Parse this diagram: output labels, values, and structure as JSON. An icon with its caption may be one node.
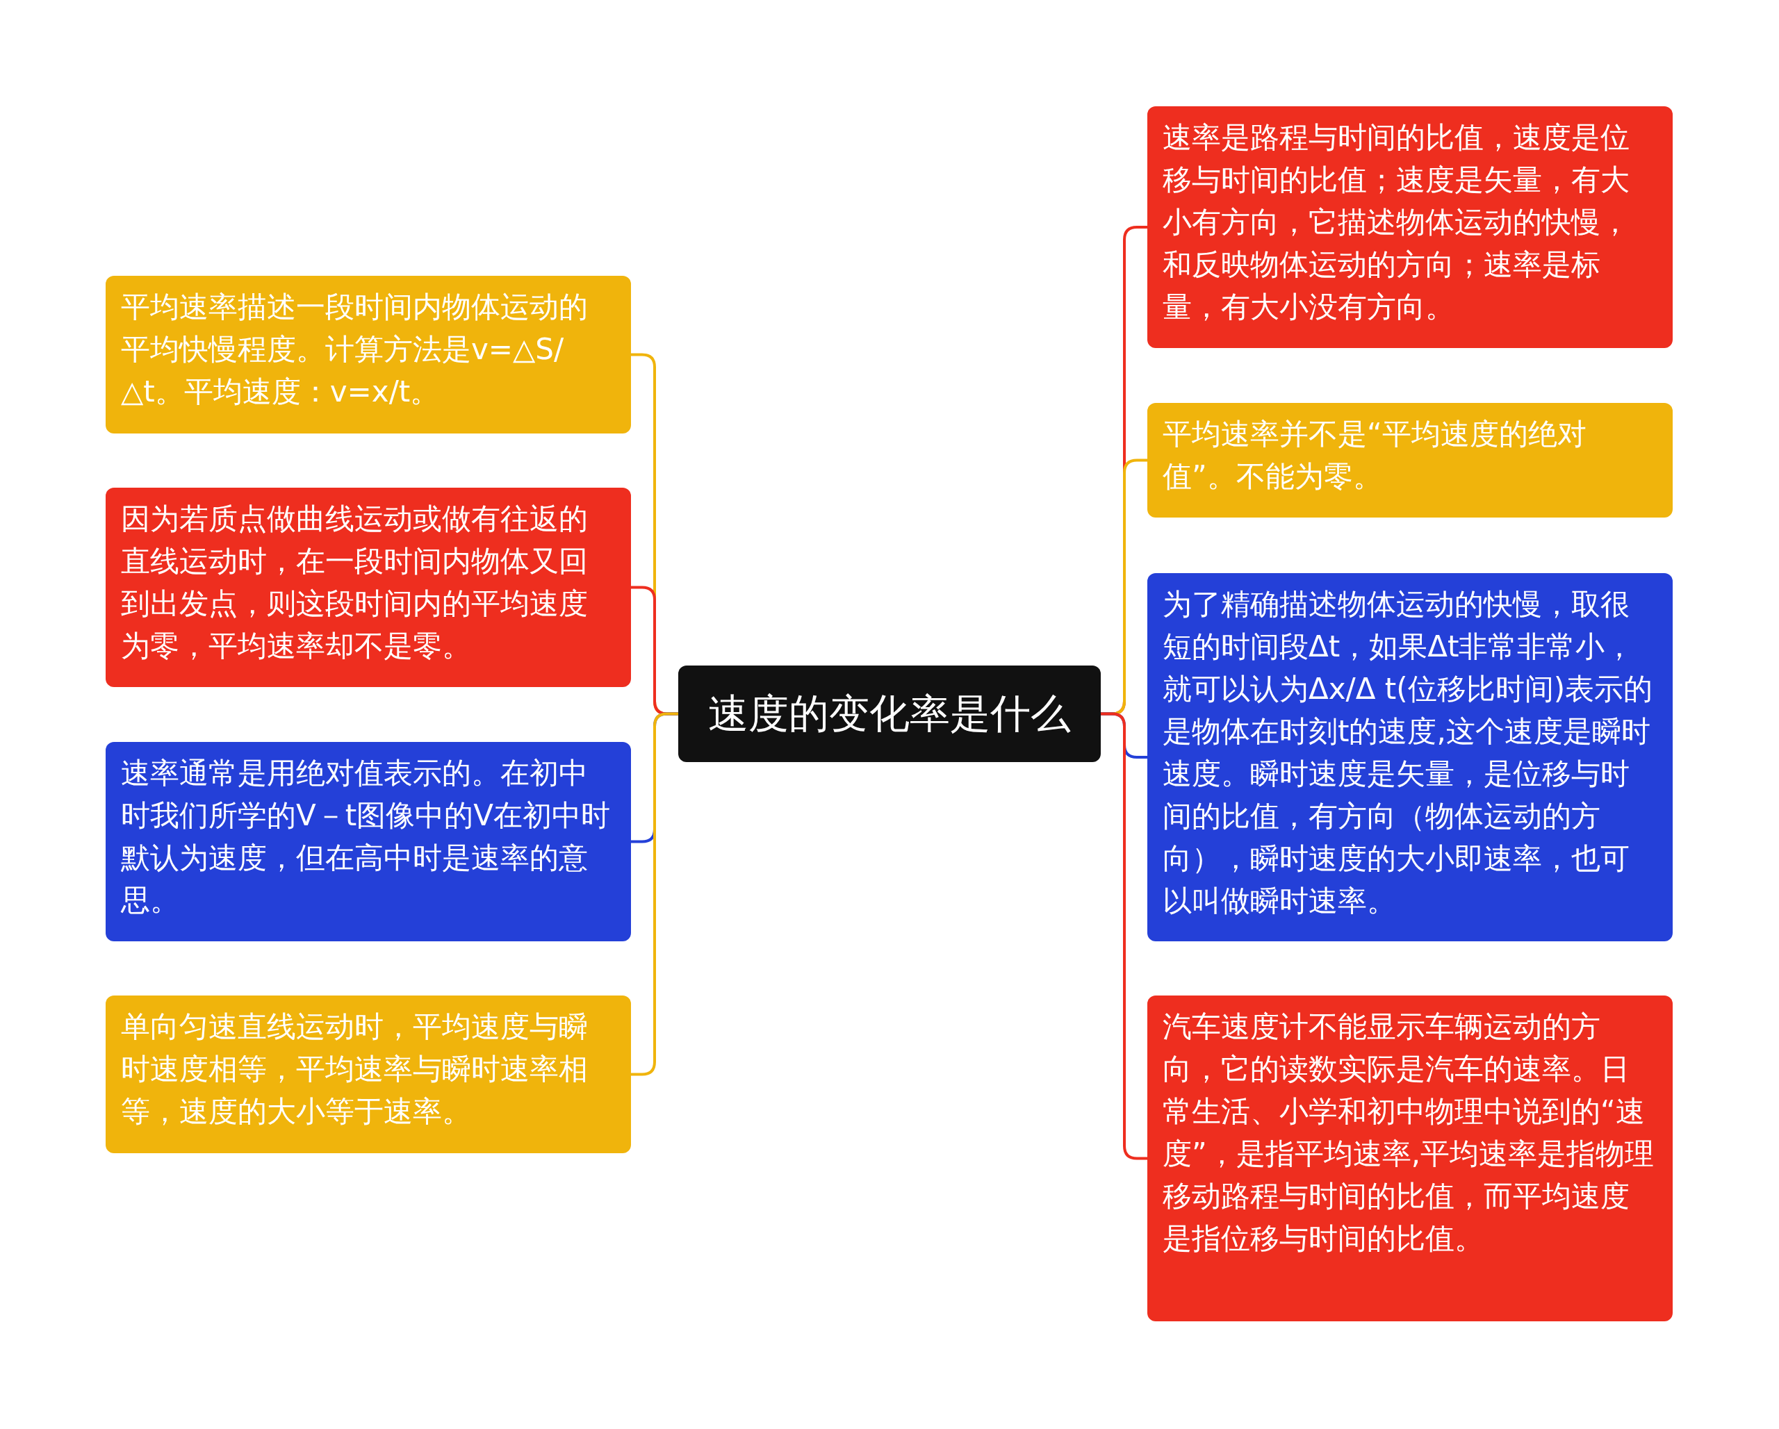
{
  "diagram": {
    "nodes": [
      {
        "text": [
          "速度的变化率是什么"
        ]
      },
      {
        "text": [
          "平均速率描述一段时间内物体运动的平均快慢程度。计算方法是v=△S/△t。平均速度：v=x/t。"
        ]
      },
      {
        "text": [
          "因为若质点做曲线运动或做有往返的直线运动时，在一段时间内物体又回到出发点，则这段时间内的平均速度为零，平均速率却不是零。"
        ]
      },
      {
        "text": [
          "速率通常是用绝对值表示的。在初中时我们所学的V－t图像中的V在初中时默认为速度，但在高中时是速率的意思。"
        ]
      },
      {
        "text": [
          "单向匀速直线运动时，平均速度与瞬时速度相等，平均速率与瞬时速率相等，速度的大小等于速率。"
        ]
      },
      {
        "text": [
          "速率是路程与时间的比值，速度是位移与时间的比值；速度是矢量，有大小有方向，它描述物体运动的快慢，和反映物体运动的方向；速率是标量，有大小没有方向。"
        ]
      },
      {
        "text": [
          "平均速率并不是“平均速度的绝对值”。不能为零。"
        ]
      },
      {
        "text": [
          "为了精确描述物体运动的快慢，取很短的时间段Δt，如果Δt非常非常小，就可以认为Δx/Δ t(位移比时间)表示的是物体在时刻t的速度,这个速度是瞬时速度。瞬时速度是矢量，是位移与时间的比值，有方向（物体运动的方向），瞬时速度的大小即速率，也可以叫做瞬时速率。"
        ]
      },
      {
        "text": [
          "汽车速度计不能显示车辆运动的方向，它的读数实际是汽车的速率。日常生活、小学和初中物理中说到的“速度”，是指平均速率,平均速率是指物理移动路程与时间的比值，而平均速度是指位移与时间的比值。"
        ]
      }
    ],
    "edges": [
      {
        "from": 0,
        "to": 1,
        "arrow": "none",
        "color": "#f0b40c"
      },
      {
        "from": 0,
        "to": 2,
        "arrow": "none",
        "color": "#ee2e1f"
      },
      {
        "from": 0,
        "to": 3,
        "arrow": "none",
        "color": "#2440d8"
      },
      {
        "from": 0,
        "to": 4,
        "arrow": "none",
        "color": "#f0b40c"
      },
      {
        "from": 0,
        "to": 5,
        "arrow": "none",
        "color": "#ee2e1f"
      },
      {
        "from": 0,
        "to": 6,
        "arrow": "none",
        "color": "#f0b40c"
      },
      {
        "from": 0,
        "to": 7,
        "arrow": "none",
        "color": "#2440d8"
      },
      {
        "from": 0,
        "to": 8,
        "arrow": "none",
        "color": "#ee2e1f"
      }
    ]
  }
}
